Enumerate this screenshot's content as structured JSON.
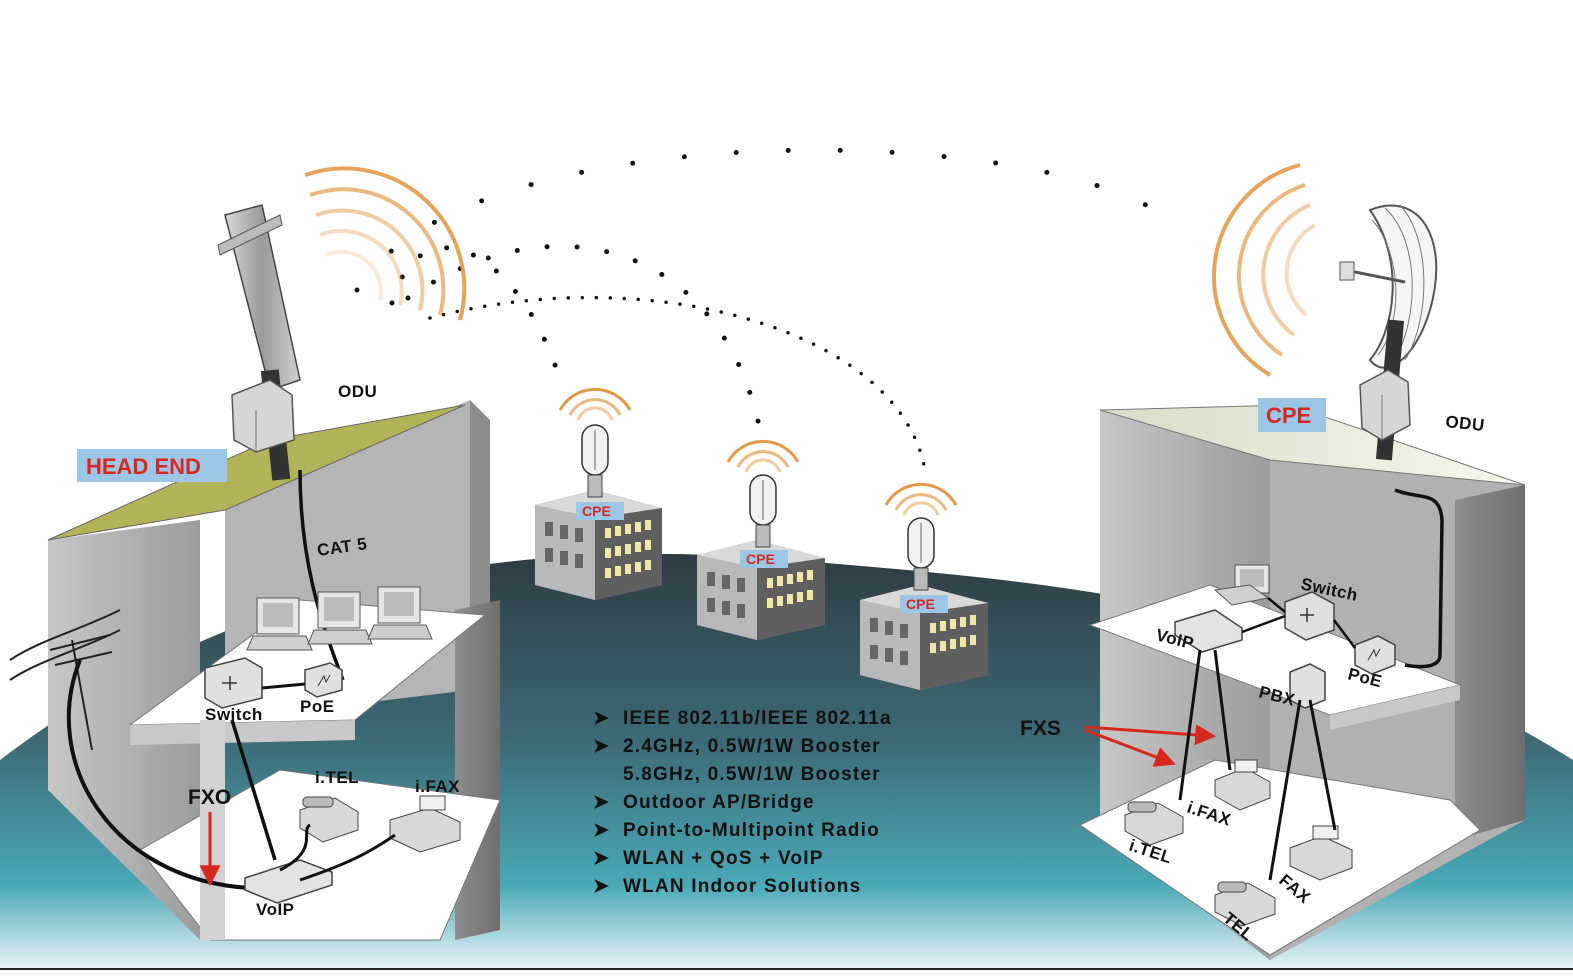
{
  "colors": {
    "tag_bg": "#9cc6e6",
    "tag_text": "#d6281f",
    "wave": "#e39a48",
    "rooftop_headend": "#b3b45a",
    "ground_top": "#3b4e56",
    "ground_bottom": "#4aa9b8",
    "arrow": "#d6281f"
  },
  "icons": [
    "sector-antenna",
    "grid-dish-antenna",
    "panel-antenna",
    "outdoor-unit",
    "switch",
    "poe-injector",
    "desktop-computer",
    "ip-telephone",
    "fax-machine",
    "voip-gateway",
    "pbx",
    "utility-pole"
  ],
  "head_end": {
    "tag": "HEAD END",
    "odu_label": "ODU",
    "cable_label": "CAT 5",
    "switch_label": "Switch",
    "poe_label": "PoE",
    "fxo_label": "FXO",
    "itel_label": "i.TEL",
    "ifax_label": "i.FAX",
    "voip_label": "VoIP"
  },
  "cpe_buildings": [
    {
      "tag": "CPE"
    },
    {
      "tag": "CPE"
    },
    {
      "tag": "CPE"
    }
  ],
  "remote_site": {
    "tag": "CPE",
    "odu_label": "ODU",
    "switch_label": "Switch",
    "voip_label": "VoIP",
    "pbx_label": "PBX",
    "poe_label": "PoE",
    "fxs_label": "FXS",
    "ifax_label": "i.FAX",
    "itel_label": "i.TEL",
    "fax_label": "FAX",
    "tel_label": "TEL"
  },
  "features": [
    "IEEE 802.11b/IEEE 802.11a",
    "2.4GHz, 0.5W/1W Booster",
    "5.8GHz, 0.5W/1W Booster",
    "Outdoor AP/Bridge",
    "Point-to-Multipoint Radio",
    "WLAN + QoS + VoIP",
    "WLAN Indoor Solutions"
  ],
  "feature_bullet": "➤"
}
